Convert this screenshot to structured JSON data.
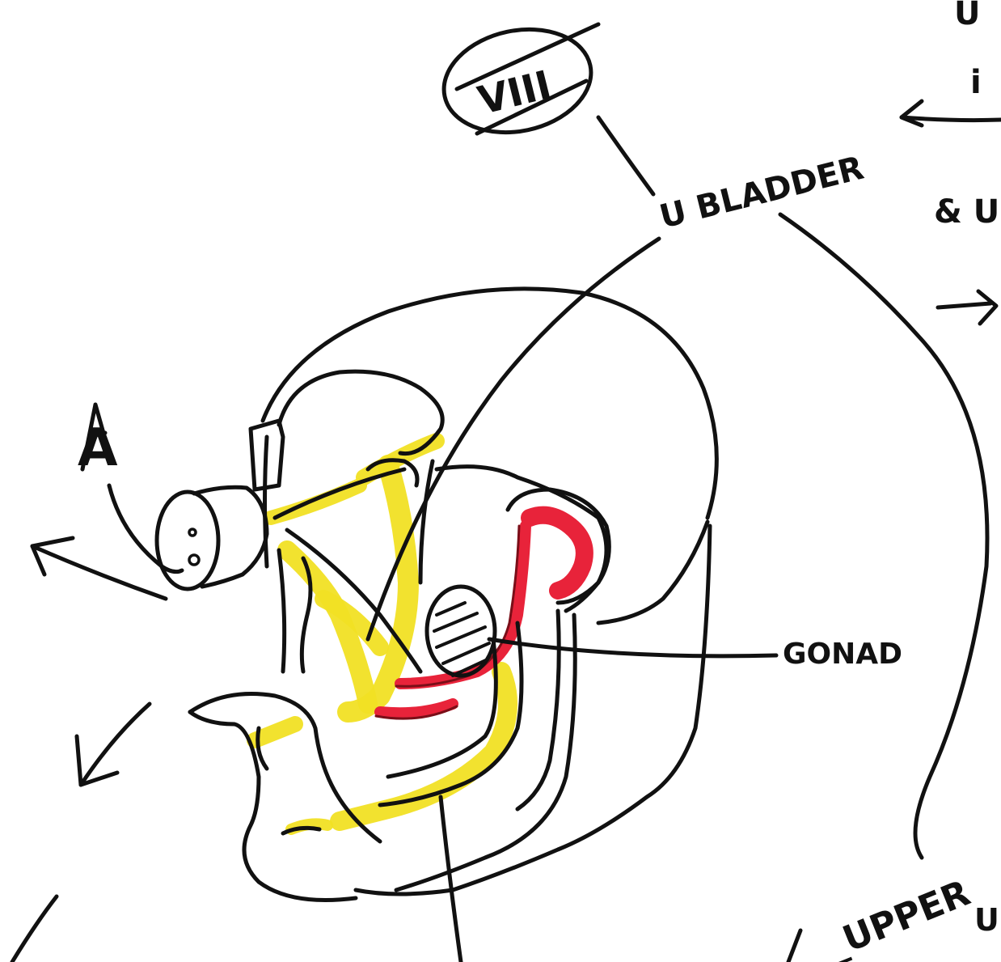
{
  "labels": {
    "roman_numeral": "VIII",
    "bladder": "U BLADDER",
    "gonad": "GONAD",
    "anus": "A",
    "top_right_1": "U",
    "top_right_2": "i",
    "mid_right": "& U",
    "bottom_right_1": "_UPPER",
    "bottom_right_2": "U"
  },
  "colors": {
    "ink": "#111111",
    "highlight_yellow": "#f1e024",
    "red": "#e8233a",
    "background": "#ffffff"
  }
}
